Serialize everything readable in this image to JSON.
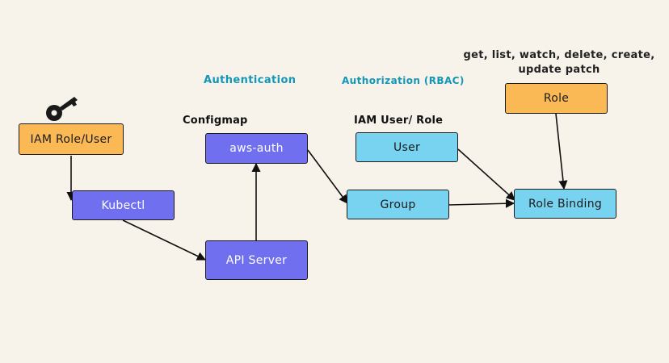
{
  "headings": {
    "authentication": "Authentication",
    "authorization": "Authorization (RBAC)"
  },
  "group_labels": {
    "configmap": "Configmap",
    "iam_user_role": "IAM User/ Role"
  },
  "verbs": {
    "line1": "get, list, watch, delete, create,",
    "line2": "update patch"
  },
  "nodes": {
    "iam_role_user": "IAM Role/User",
    "kubectl": "Kubectl",
    "api_server": "API Server",
    "aws_auth": "aws-auth",
    "user": "User",
    "group": "Group",
    "role": "Role",
    "role_binding": "Role Binding"
  },
  "icons": {
    "key": "key-icon"
  },
  "colors": {
    "background": "#f7f3ea",
    "orange": "#fbb955",
    "purple": "#6f6ff0",
    "cyan": "#78d3f1",
    "heading": "#1297b6"
  }
}
